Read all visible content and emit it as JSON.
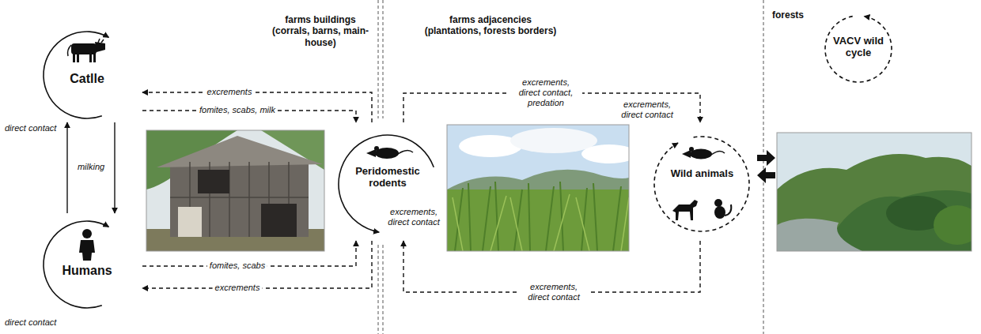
{
  "diagram": {
    "nodes": [
      {
        "text": [
          "Catlle"
        ]
      },
      {
        "text": [
          "Humans"
        ]
      },
      {
        "text": [
          "Peridomestic rodents"
        ]
      },
      {
        "text": [
          "Wild animals"
        ]
      },
      {
        "text": [
          "VACV wild cycle"
        ]
      }
    ],
    "edges": [
      {
        "from": 0,
        "to": 2,
        "label": "fomites, scabs, milk",
        "arrow": "to"
      },
      {
        "from": 2,
        "to": 0,
        "label": "excrements",
        "arrow": "to"
      },
      {
        "from": 1,
        "to": 2,
        "label": "fomites, scabs",
        "arrow": "to"
      },
      {
        "from": 2,
        "to": 1,
        "label": "excrements",
        "arrow": "to"
      },
      {
        "from": 1,
        "to": 0,
        "label": "milking",
        "arrow": "to"
      },
      {
        "from": 0,
        "to": 1,
        "arrow": "to"
      },
      {
        "from": 2,
        "to": 3,
        "label": "excrements, direct contact, predation",
        "arrow": "to"
      },
      {
        "from": 3,
        "to": 2,
        "label": "excrements, direct contact",
        "arrow": "to"
      }
    ],
    "labels": [
      "farms buildings (corrals, barns, main-house)",
      "farms adjacencies (plantations, forests borders)",
      "forests",
      "direct contact",
      "direct contact",
      "excrements, direct contact",
      "excrements, direct contact"
    ]
  }
}
